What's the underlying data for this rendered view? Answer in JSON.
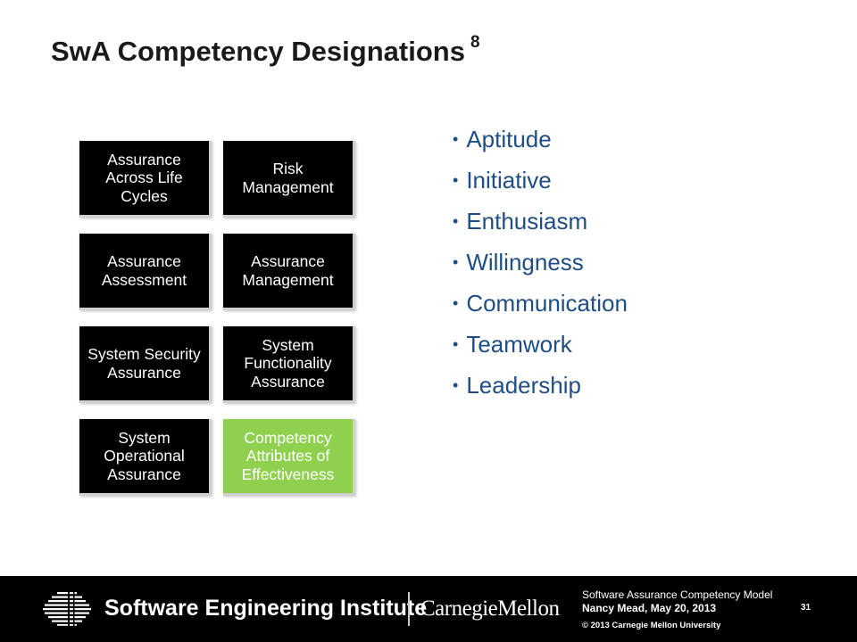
{
  "slide": {
    "title": "SwA Competency Designations",
    "title_superscript": "8"
  },
  "boxes": [
    {
      "label": "Assurance Across Life Cycles"
    },
    {
      "label": "Risk Management"
    },
    {
      "label": "Assurance Assessment"
    },
    {
      "label": "Assurance Management"
    },
    {
      "label": "System Security Assurance"
    },
    {
      "label": "System Functionality Assurance"
    },
    {
      "label": "System Operational Assurance"
    },
    {
      "label": "Competency Attributes of Effectiveness"
    }
  ],
  "bullets": [
    "Aptitude",
    "Initiative",
    "Enthusiasm",
    "Willingness",
    "Communication",
    "Teamwork",
    "Leadership"
  ],
  "footer": {
    "institute": "Software Engineering Institute",
    "university": "CarnegieMellon",
    "presentation_title": "Software Assurance Competency Model",
    "author_date": "Nancy Mead, May 20, 2013",
    "copyright": "© 2013 Carnegie Mellon University",
    "page_number": "31"
  },
  "colors": {
    "box_default": "#000000",
    "box_highlight": "#8fd14f",
    "bullet_text": "#1f4d85",
    "footer_bg": "#000000"
  },
  "icons": {
    "sei_logo": "sei-logo-icon",
    "bullet": "bullet-dot-icon"
  }
}
